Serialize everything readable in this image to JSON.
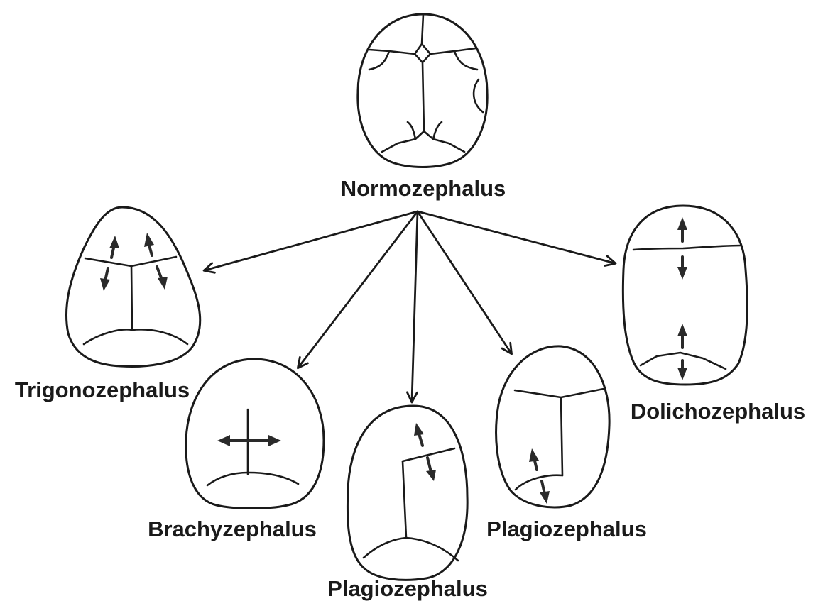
{
  "labels": {
    "normal": "Normozephalus",
    "trigono": "Trigonozephalus",
    "brachy": "Brachyzephalus",
    "plagio_center": "Plagiozephalus",
    "plagio_right": "Plagiozephalus",
    "dolicho": "Dolichozephalus"
  }
}
